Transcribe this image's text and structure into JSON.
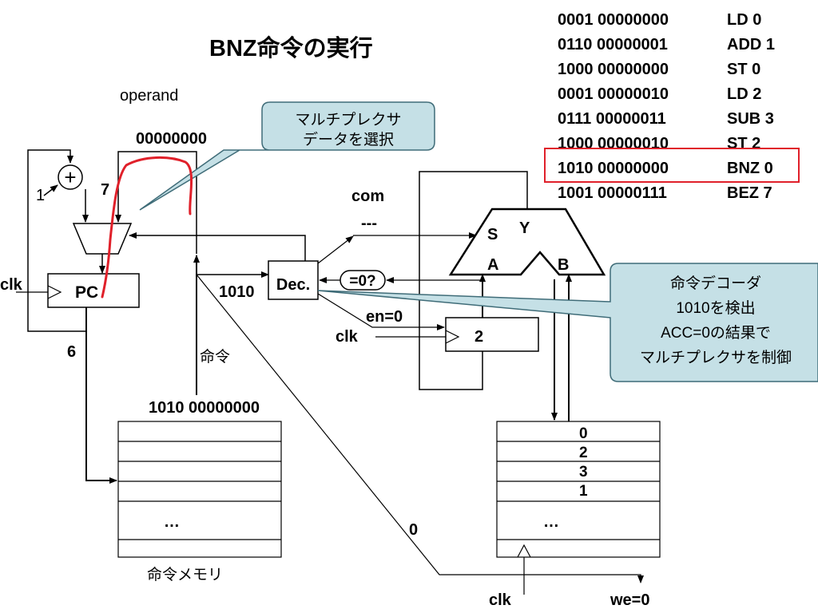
{
  "title": "BNZ命令の実行",
  "labels": {
    "operand": "operand",
    "operand_value": "00000000",
    "one": "1",
    "seven": "7",
    "six": "6",
    "pc": "PC",
    "clk": "clk",
    "dec": "Dec.",
    "opcode": "1010",
    "instr": "命令",
    "instr_value": "1010 00000000",
    "com": "com",
    "dashes": "---",
    "zero_check": "=0?",
    "en": "en=0",
    "acc_value": "2",
    "s": "S",
    "y": "Y",
    "a": "A",
    "b": "B",
    "zero": "0",
    "we": "we=0",
    "ellipsis": "…",
    "imem_label": "命令メモリ",
    "plus": "+"
  },
  "data_memory": [
    "0",
    "2",
    "3",
    "1"
  ],
  "program": [
    {
      "code": "0001 00000000",
      "asm": "LD   0"
    },
    {
      "code": "0110 00000001",
      "asm": "ADD 1"
    },
    {
      "code": "1000 00000000",
      "asm": "ST 0"
    },
    {
      "code": "0001 00000010",
      "asm": "LD 2"
    },
    {
      "code": "0111 00000011",
      "asm": "SUB 3"
    },
    {
      "code": "1000 00000010",
      "asm": "ST 2"
    },
    {
      "code": "1010 00000000",
      "asm": "BNZ 0"
    },
    {
      "code": "1001 00000111",
      "asm": "BEZ 7"
    }
  ],
  "callouts": {
    "mux_line1": "マルチプレクサ",
    "mux_line2": "データを選択",
    "dec_line1": "命令デコーダ",
    "dec_line2": "1010を検出",
    "dec_line3": "ACC=0の結果で",
    "dec_line4": "マルチプレクサを制御"
  },
  "colors": {
    "callout_fill": "#c5e0e6",
    "callout_stroke": "#3f6c78",
    "highlight": "#e0202a",
    "pen": "#e0202a"
  }
}
